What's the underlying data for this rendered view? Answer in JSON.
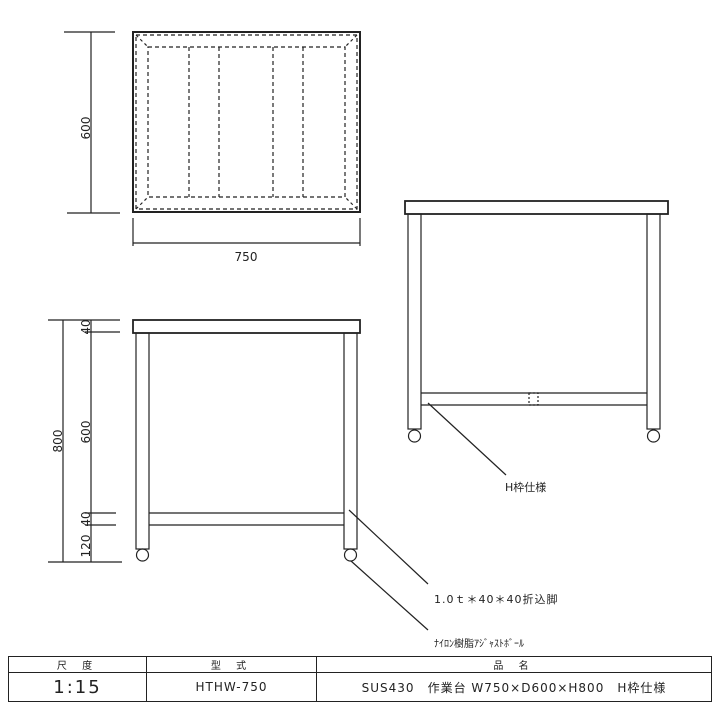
{
  "drawing": {
    "plan_view": {
      "width_label": "750",
      "depth_label": "600"
    },
    "front_view": {
      "total_height_label": "800",
      "top_thickness_label": "40",
      "leg_span_label": "600",
      "rail_height_label": "40",
      "bottom_clearance_label": "120"
    },
    "callouts": {
      "h_frame": "H枠仕様",
      "leg": "1.0ｔ＊40＊40折込脚",
      "adjuster": "ﾅｲﾛﾝ樹脂ｱｼﾞｬｽﾄﾎﾞｰﾙ"
    },
    "line_color": "#222222",
    "background_color": "#ffffff"
  },
  "title_block": {
    "headers": {
      "scale": "尺 度",
      "model": "型 式",
      "name": "品 名"
    },
    "values": {
      "scale": "1:15",
      "model": "HTHW-750",
      "name": "SUS430　作業台 W750×D600×H800　H枠仕様"
    }
  }
}
